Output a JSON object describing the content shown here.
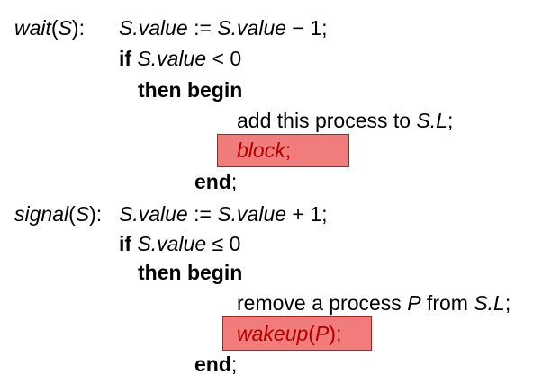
{
  "wait": {
    "label": "wait",
    "arg": "S",
    "close": "):",
    "assign": {
      "lhs": "S.value",
      "op": " := ",
      "rhs": "S.value",
      "minus": " − ",
      "num": "1",
      "end": ";"
    },
    "if_kw": "if",
    "cond": {
      "var": "S.value",
      "op": " < ",
      "num": "0"
    },
    "then_begin": "then begin",
    "action": {
      "text": "add this process to ",
      "var": "S.L",
      "end": ";"
    },
    "highlight": {
      "func": "block",
      "end": ";"
    },
    "end_kw": "end",
    "end_semi": ";"
  },
  "signal": {
    "label": "signal",
    "arg": "S",
    "close": "):",
    "assign": {
      "lhs": "S.value",
      "op": " := ",
      "rhs": "S.value",
      "plus": " + ",
      "num": "1",
      "end": ";"
    },
    "if_kw": "if",
    "cond": {
      "var": "S.value",
      "op": " ≤ ",
      "num": "0"
    },
    "then_begin": "then begin",
    "action": {
      "text": "remove a process ",
      "var_p": "P",
      "from": " from ",
      "var": "S.L",
      "end": ";"
    },
    "highlight": {
      "func": "wakeup",
      "open": "(",
      "arg": "P",
      "close": ");"
    },
    "end_kw": "end",
    "end_semi": ";"
  },
  "colors": {
    "highlight_fill": "#f07c7c",
    "highlight_border": "#b02020",
    "highlight_text": "#b00000"
  }
}
